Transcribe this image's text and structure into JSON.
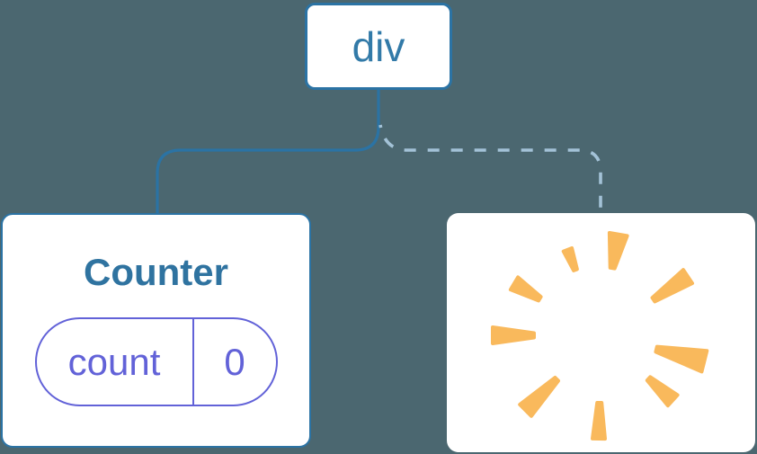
{
  "diagram_title": "component-tree-state-diagram",
  "tree": {
    "root": {
      "label": "div"
    },
    "children": [
      {
        "name": "counter-component",
        "title": "Counter",
        "state": {
          "key": "count",
          "value": "0"
        },
        "edge": "solid"
      },
      {
        "name": "removed-component",
        "icon": "poof-explosion-icon",
        "edge": "dashed"
      }
    ]
  },
  "edges": [
    {
      "from": "div",
      "to": "Counter",
      "style": "solid"
    },
    {
      "from": "div",
      "to": "removed-component",
      "style": "dashed"
    }
  ],
  "colors": {
    "bg": "#4B6770",
    "node-bg": "#FFFFFF",
    "blue": "#2B73A4",
    "blue-text": "#327AA8",
    "edge-dashed": "#A3C2D7",
    "purple": "#6262D8",
    "poof": "#F9B95C"
  }
}
